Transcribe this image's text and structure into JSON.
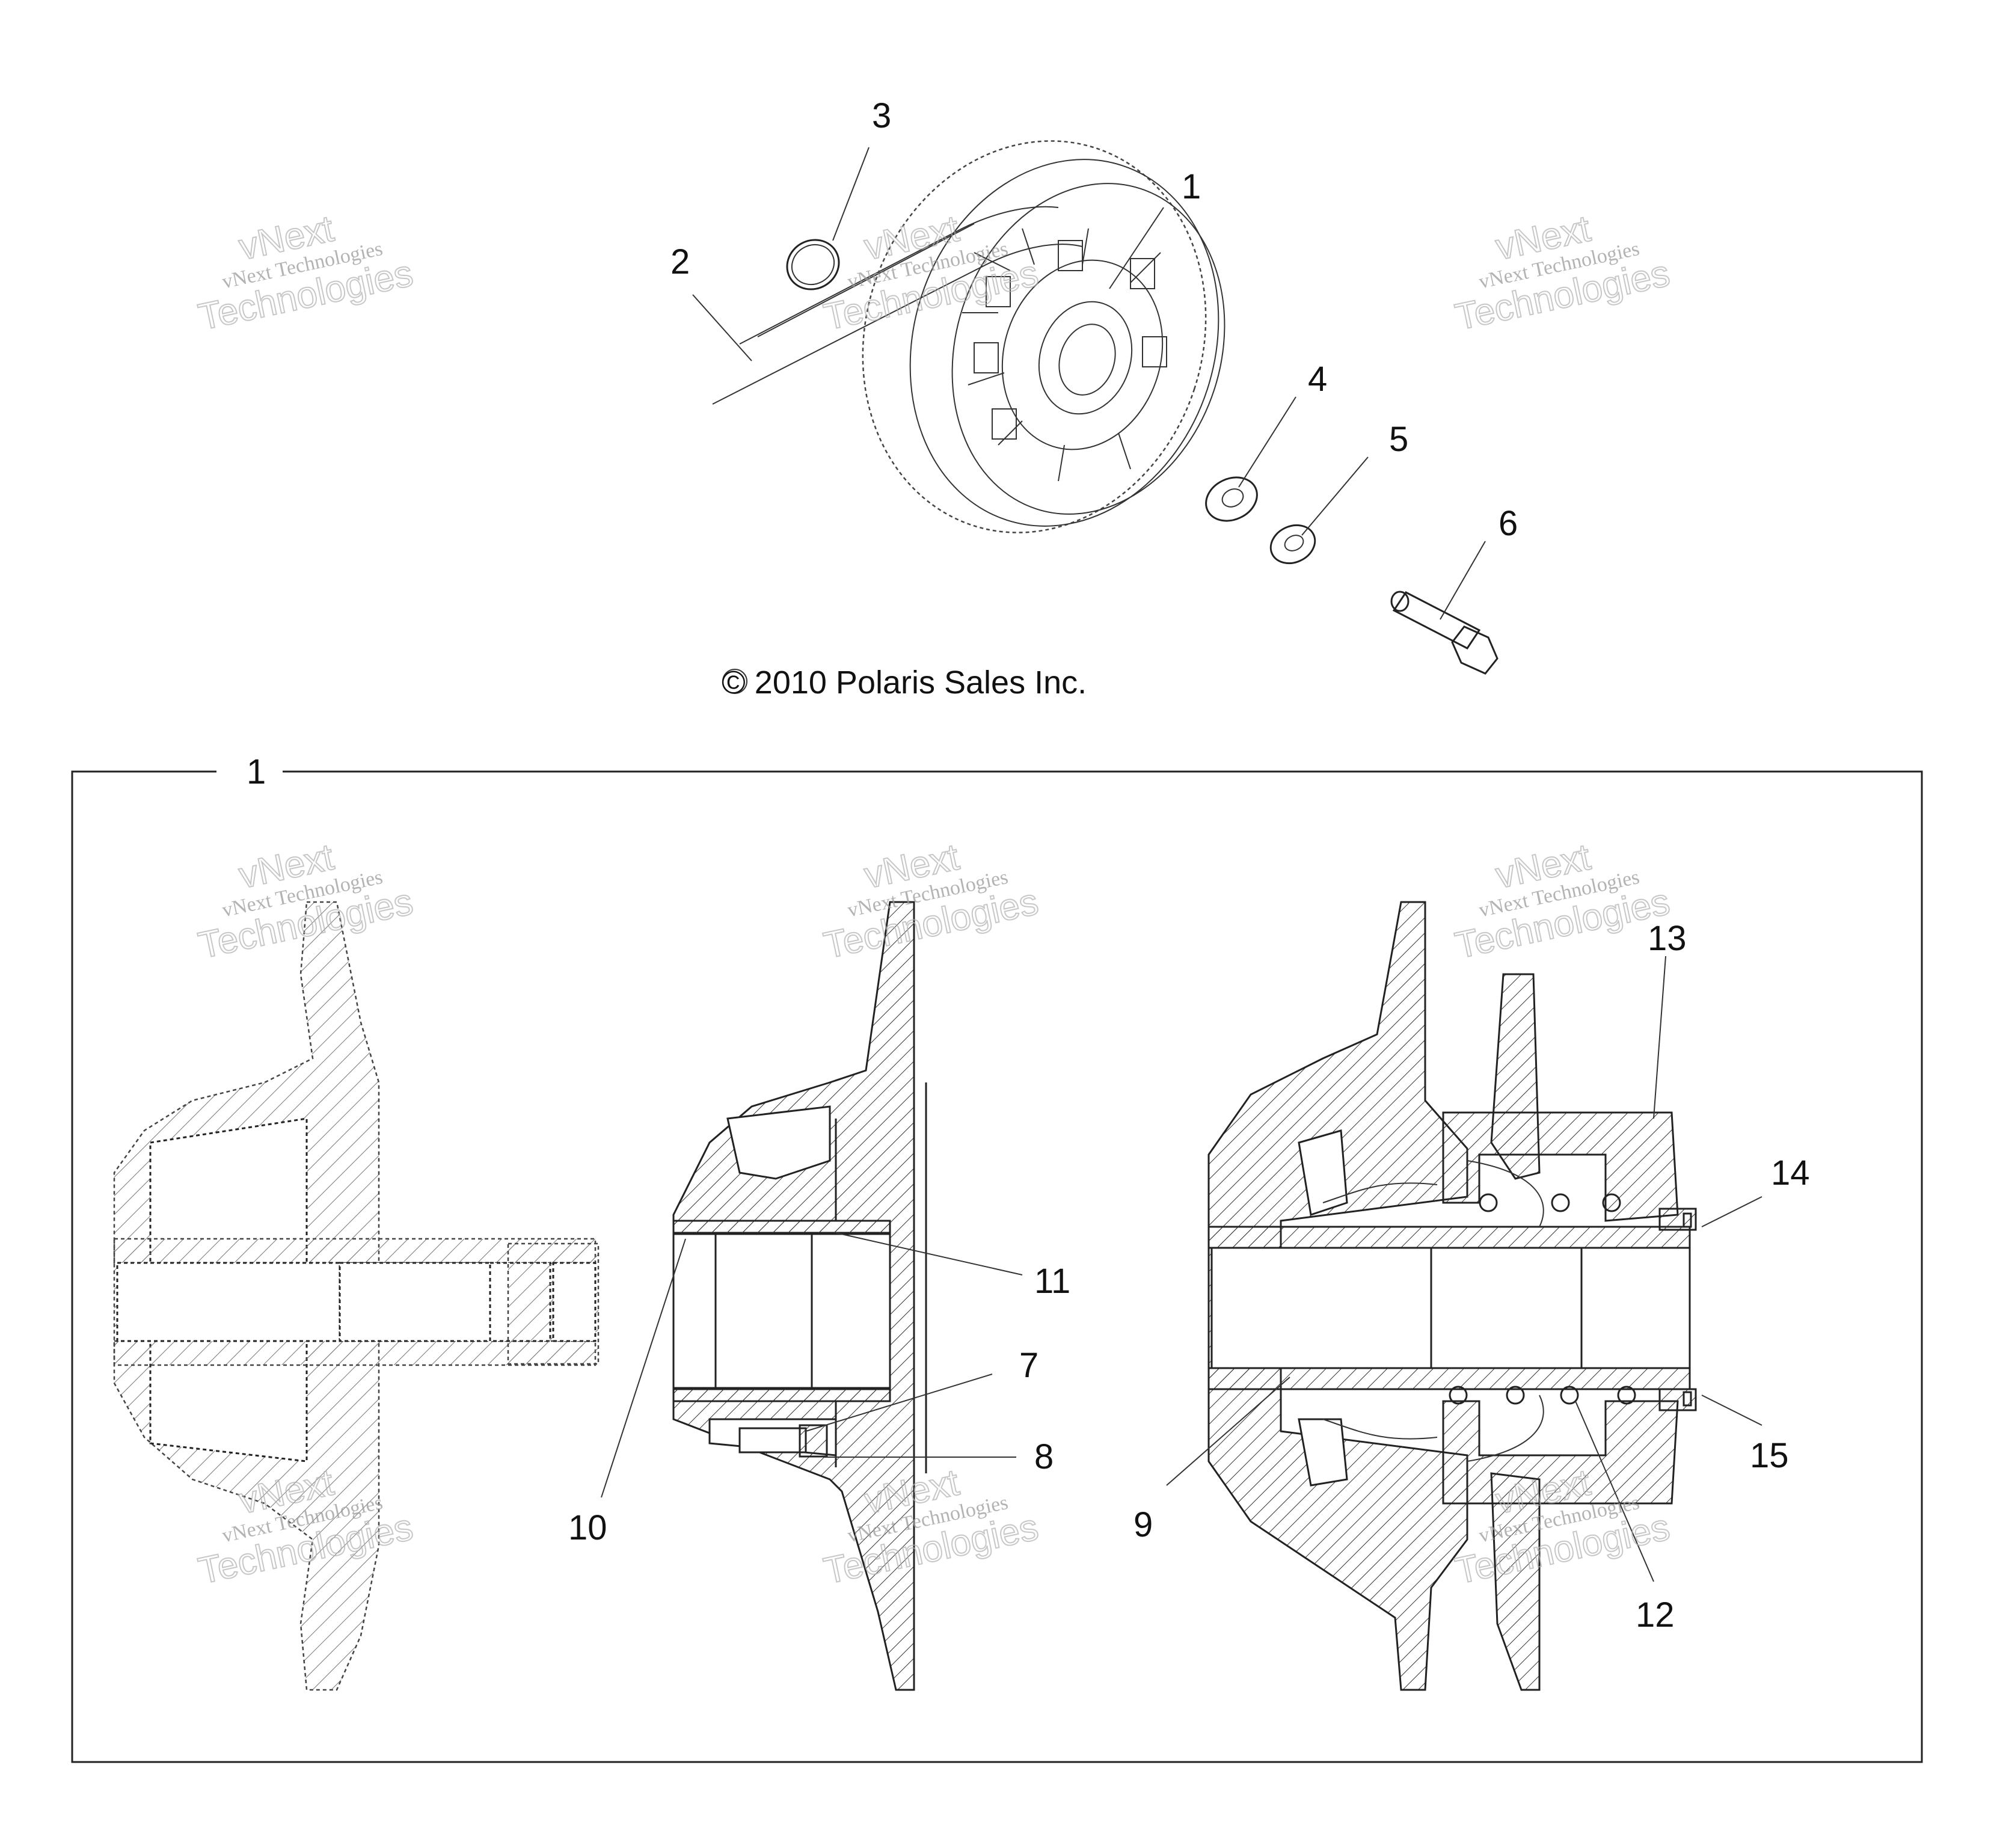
{
  "copyright": "© 2010 Polaris Sales Inc.",
  "assembly_frame_label": "1",
  "watermark": {
    "line1": "vNext Technologies",
    "line2": "vNext",
    "line3": "Technologies"
  },
  "callouts": {
    "c1": "1",
    "c2": "2",
    "c3": "3",
    "c4": "4",
    "c5": "5",
    "c6": "6",
    "c7": "7",
    "c8": "8",
    "c9": "9",
    "c10": "10",
    "c11": "11",
    "c12": "12",
    "c13": "13",
    "c14": "14",
    "c15": "15"
  }
}
